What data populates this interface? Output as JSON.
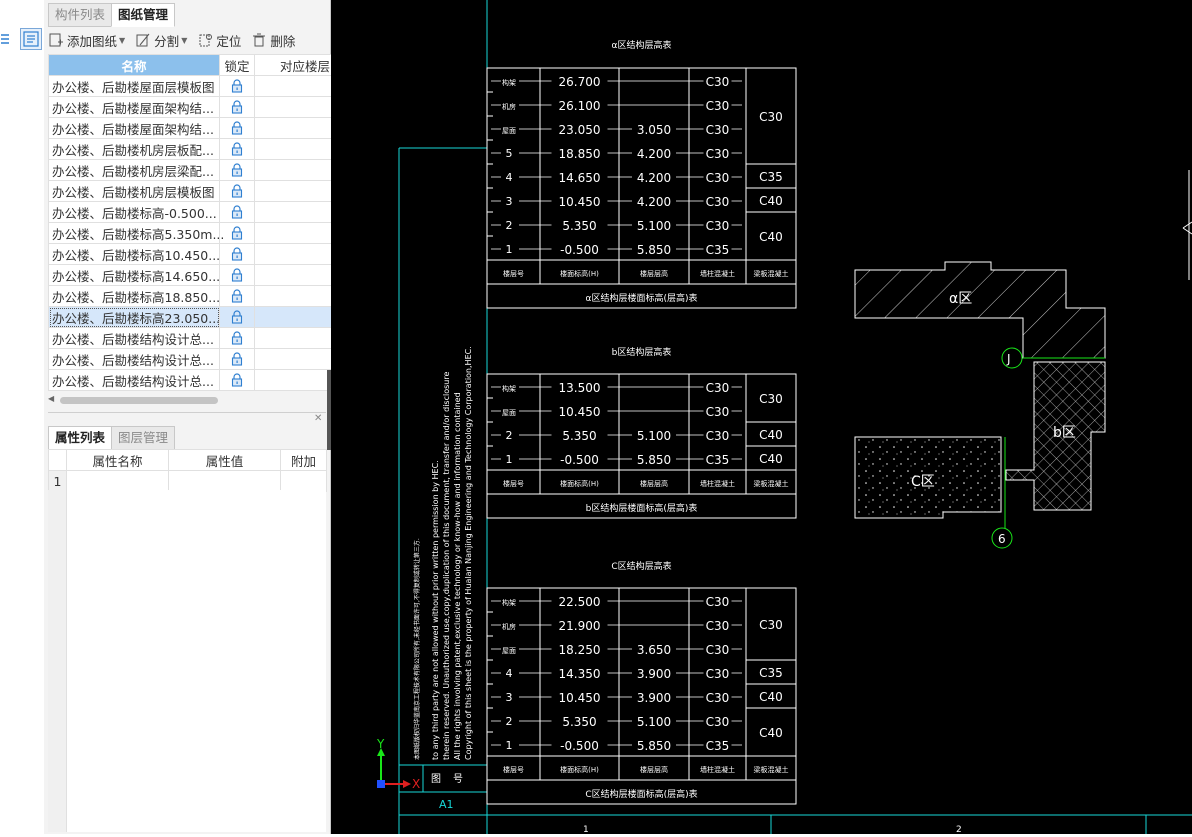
{
  "panel": {
    "tabs": [
      "构件列表",
      "图纸管理"
    ],
    "active_tab": "图纸管理",
    "toolbar": {
      "add": "添加图纸",
      "split": "分割",
      "locate": "定位",
      "delete": "删除"
    },
    "columns": {
      "name": "名称",
      "lock": "锁定",
      "floor": "对应楼层"
    },
    "rows": [
      "办公楼、后勘楼屋面层模板图",
      "办公楼、后勘楼屋面架构结...",
      "办公楼、后勘楼屋面架构结...",
      "办公楼、后勘楼机房层板配...",
      "办公楼、后勘楼机房层梁配...",
      "办公楼、后勘楼机房层模板图",
      "办公楼、后勘楼标高-0.500...",
      "办公楼、后勘楼标高5.350m...",
      "办公楼、后勘楼标高10.450...",
      "办公楼、后勘楼标高14.650...",
      "办公楼、后勘楼标高18.850...",
      "办公楼、后勘楼标高23.050...",
      "办公楼、后勘楼结构设计总...",
      "办公楼、后勘楼结构设计总...",
      "办公楼、后勘楼结构设计总..."
    ],
    "selected_row": 11
  },
  "props": {
    "tabs": [
      "属性列表",
      "图层管理"
    ],
    "active_tab": "属性列表",
    "columns": {
      "name": "属性名称",
      "value": "属性值",
      "extra": "附加"
    },
    "rows": [
      {
        "num": "1",
        "name": "",
        "value": "",
        "extra": ""
      }
    ]
  },
  "cad": {
    "colors": {
      "line": "#ffffff",
      "axis": "#19e619",
      "frame": "#17d7d7",
      "bg": "#000000"
    },
    "tableA": {
      "title": "α区结构层高表",
      "caption": "α区结构层楼面标高(层高)表",
      "rows": [
        {
          "floor": "构架",
          "elev": "26.700",
          "h": "",
          "conc": "C30"
        },
        {
          "floor": "机房",
          "elev": "26.100",
          "h": "",
          "conc": "C30"
        },
        {
          "floor": "屋面",
          "elev": "23.050",
          "h": "3.050",
          "conc": "C30"
        },
        {
          "floor": "5",
          "elev": "18.850",
          "h": "4.200",
          "conc": "C30"
        },
        {
          "floor": "4",
          "elev": "14.650",
          "h": "4.200",
          "conc": "C30"
        },
        {
          "floor": "3",
          "elev": "10.450",
          "h": "4.200",
          "conc": "C30"
        },
        {
          "floor": "2",
          "elev": "5.350",
          "h": "5.100",
          "conc": "C30"
        },
        {
          "floor": "1",
          "elev": "-0.500",
          "h": "5.850",
          "conc": "C35"
        }
      ],
      "slab": [
        "C30",
        "C35",
        "C40",
        "C40"
      ]
    },
    "tableB": {
      "title": "b区结构层高表",
      "caption": "b区结构层楼面标高(层高)表",
      "rows": [
        {
          "floor": "构架",
          "elev": "13.500",
          "h": "",
          "conc": "C30"
        },
        {
          "floor": "屋面",
          "elev": "10.450",
          "h": "",
          "conc": "C30"
        },
        {
          "floor": "2",
          "elev": "5.350",
          "h": "5.100",
          "conc": "C30"
        },
        {
          "floor": "1",
          "elev": "-0.500",
          "h": "5.850",
          "conc": "C35"
        }
      ],
      "slab": [
        "C30",
        "C40",
        "C40"
      ]
    },
    "tableC": {
      "title": "C区结构层高表",
      "caption": "C区结构层楼面标高(层高)表",
      "rows": [
        {
          "floor": "构架",
          "elev": "22.500",
          "h": "",
          "conc": "C30"
        },
        {
          "floor": "机房",
          "elev": "21.900",
          "h": "",
          "conc": "C30"
        },
        {
          "floor": "屋面",
          "elev": "18.250",
          "h": "3.650",
          "conc": "C30"
        },
        {
          "floor": "4",
          "elev": "14.350",
          "h": "3.900",
          "conc": "C30"
        },
        {
          "floor": "3",
          "elev": "10.450",
          "h": "3.900",
          "conc": "C30"
        },
        {
          "floor": "2",
          "elev": "5.350",
          "h": "5.100",
          "conc": "C30"
        },
        {
          "floor": "1",
          "elev": "-0.500",
          "h": "5.850",
          "conc": "C35"
        }
      ],
      "slab": [
        "C30",
        "C35",
        "C40",
        "C40"
      ]
    },
    "table_headers": [
      "楼层号",
      "楼面标高(H)",
      "楼层层高",
      "墙柱混凝土",
      "梁板混凝土"
    ],
    "plan_labels": {
      "a": "α区",
      "b": "b区",
      "c": "C区"
    },
    "axis_labels": {
      "j": "J",
      "six": "6"
    },
    "grid_numbers": {
      "one": "1",
      "two": "2"
    },
    "copyright": [
      "Copyright of this sheet is the property of Hualan Nanjing Engineering and Technology Corporation,HEC.",
      "All the rights involving patent,exclusive technology or know-how and information contained",
      "therein reserved. Unauthorized use,copy,duplication of this document, transfer and/or disclosure",
      "to any third party are not allowed without prior written permission by HEC."
    ],
    "notice_cn": "本图纸版权归华蓝南京工程技术有限公司所有,未经书面许可,不得复制或转让第三方.",
    "frame_cells": {
      "cell1": "图",
      "cell2": "号",
      "a1": "A1"
    },
    "ucs": {
      "x": "X",
      "y": "Y"
    }
  }
}
